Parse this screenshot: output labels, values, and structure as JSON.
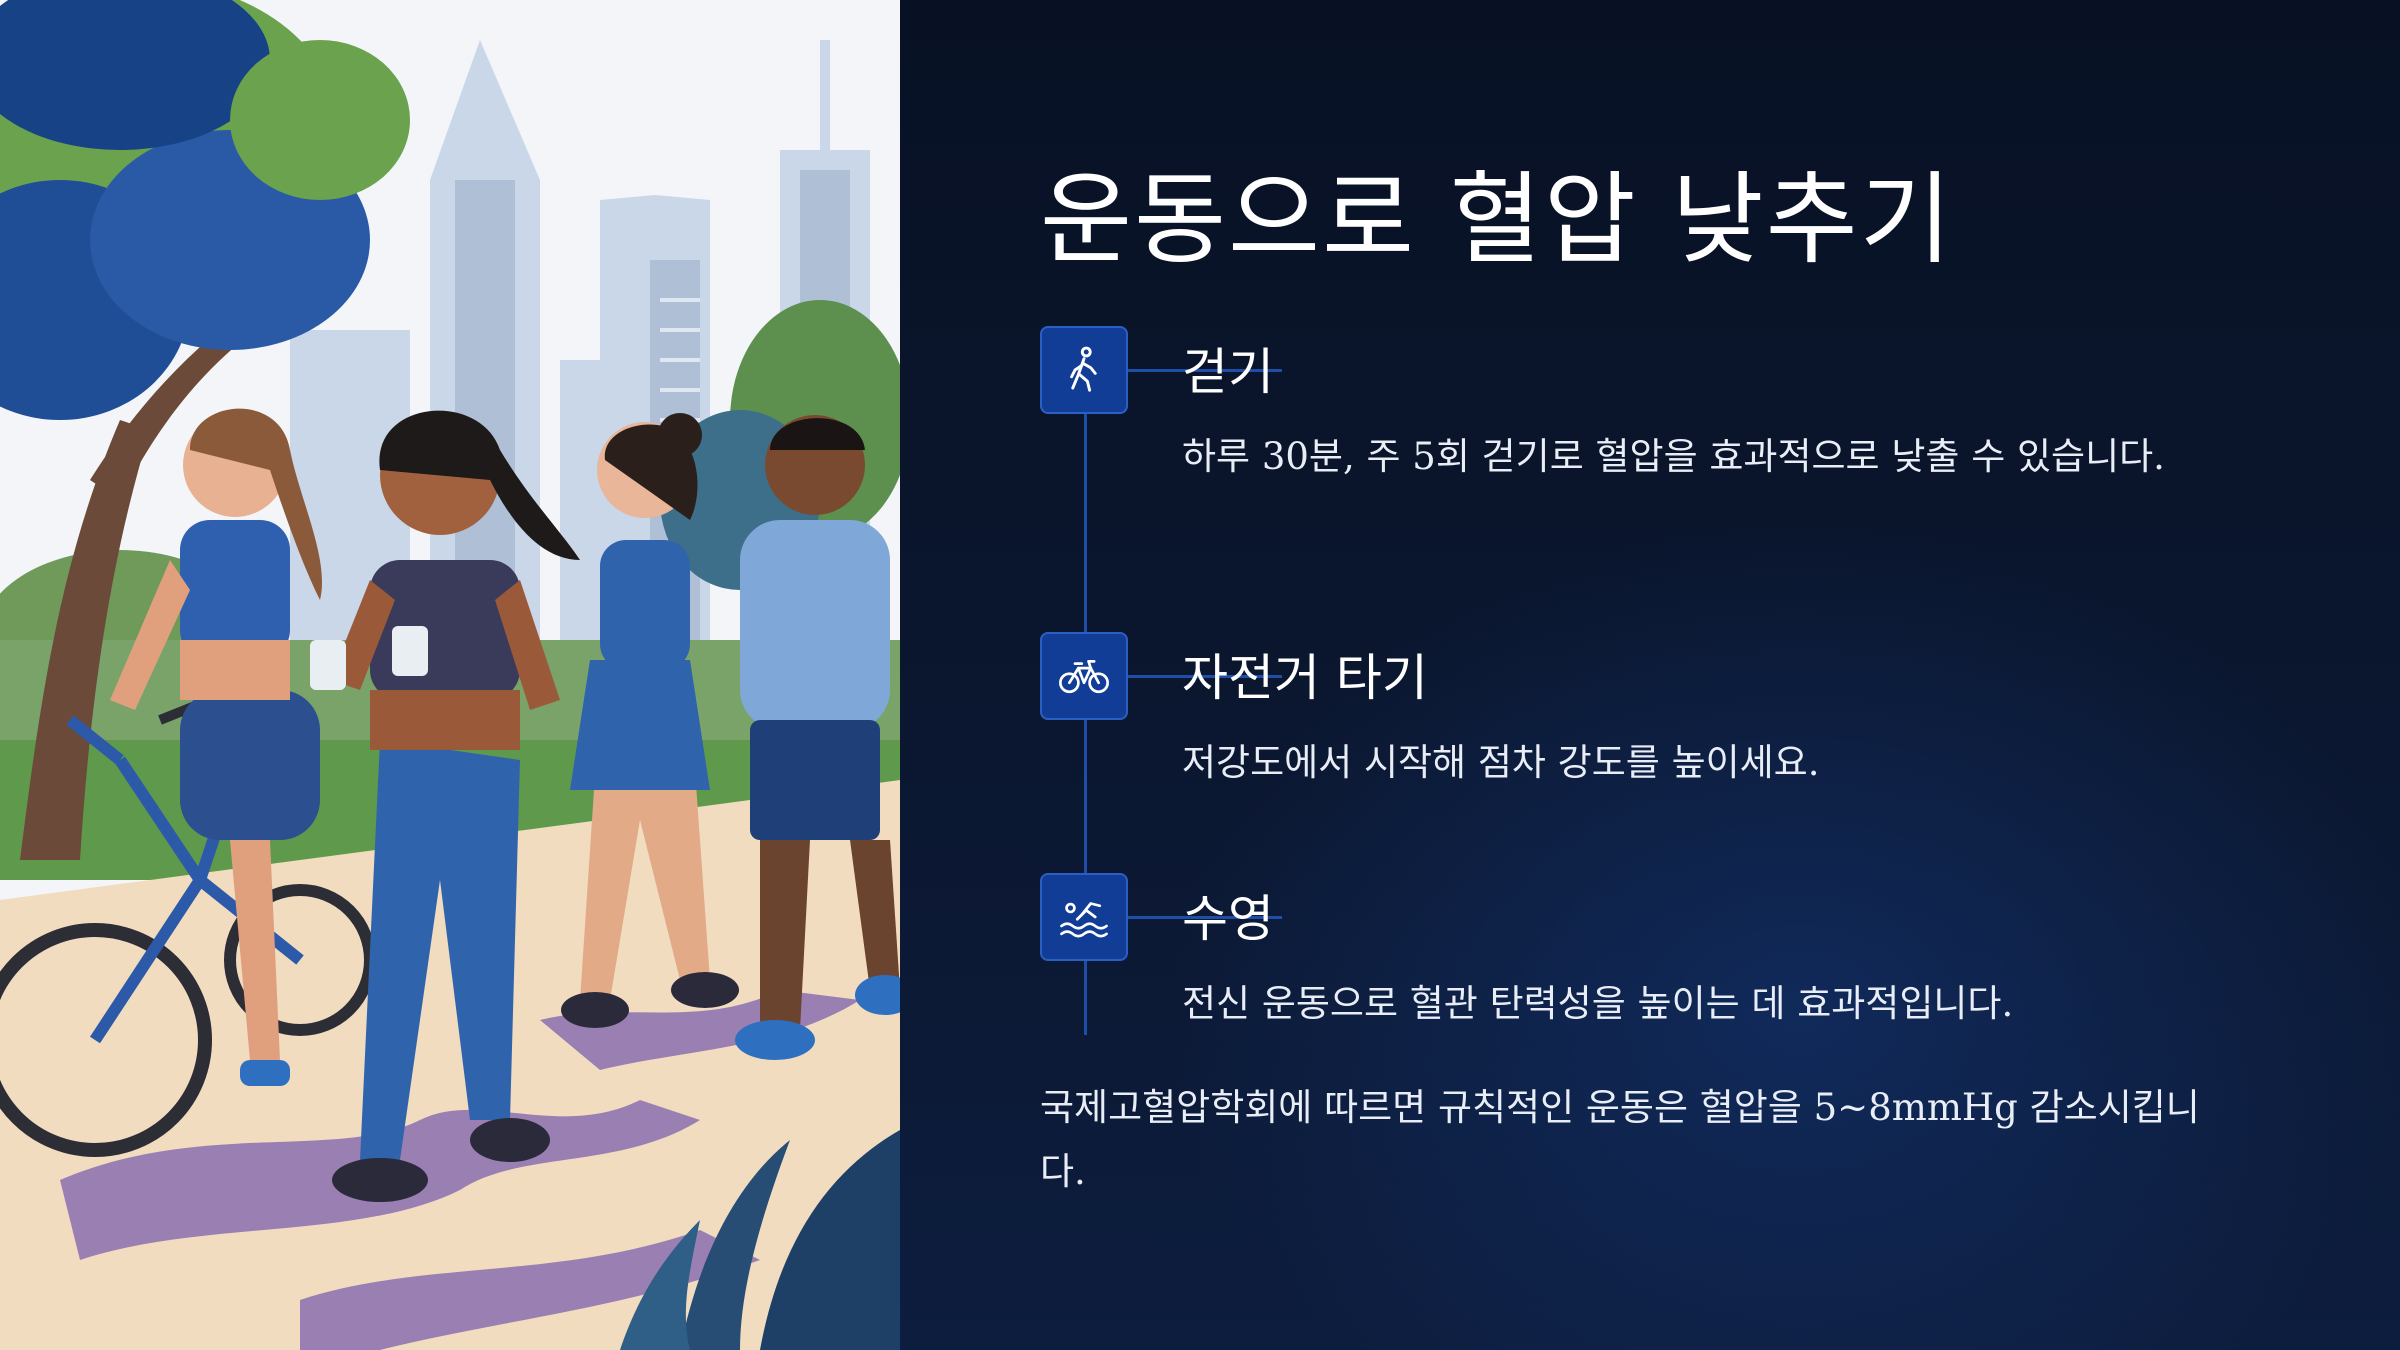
{
  "slide": {
    "title": "운동으로 혈압 낮추기",
    "items": [
      {
        "icon": "walking-icon",
        "title": "걷기",
        "description": "하루 30분, 주 5회 걷기로 혈압을 효과적으로 낮출 수 있습니다."
      },
      {
        "icon": "bicycle-icon",
        "title": "자전거 타기",
        "description": "저강도에서 시작해 점차 강도를 높이세요."
      },
      {
        "icon": "swimming-icon",
        "title": "수영",
        "description": "전신 운동으로 혈관 탄력성을 높이는 데 효과적입니다."
      }
    ],
    "note": "국제고혈압학회에 따르면 규칙적인 운동은 혈압을 5~8mmHg 감소시킵니다."
  },
  "colors": {
    "background": "#0a1428",
    "accent": "#123d96",
    "line": "#1f4ea8",
    "text": "#ffffff"
  }
}
